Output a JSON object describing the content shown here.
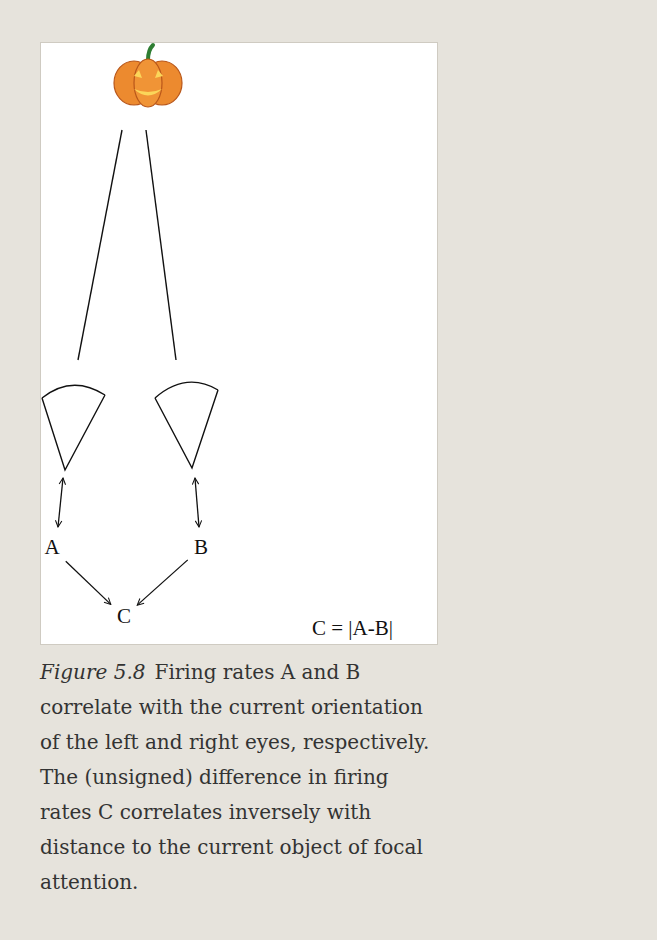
{
  "diagram": {
    "caption": "Firing rates A and B correlate with the current orientation of the left and right eyes, respectively. The (unsigned) difference in firing rates C correlates inversely with distance to the current object of focal attention.",
    "nodes": [
      {
        "text": [
          "A"
        ]
      },
      {
        "text": [
          "B"
        ]
      },
      {
        "text": [
          "C"
        ]
      }
    ],
    "edges": [
      {
        "from": 0,
        "to": 2,
        "arrow": "to"
      },
      {
        "from": 1,
        "to": 2,
        "arrow": "to"
      }
    ],
    "labels": [
      "C = |A-B|",
      "Figure 5.8"
    ]
  }
}
